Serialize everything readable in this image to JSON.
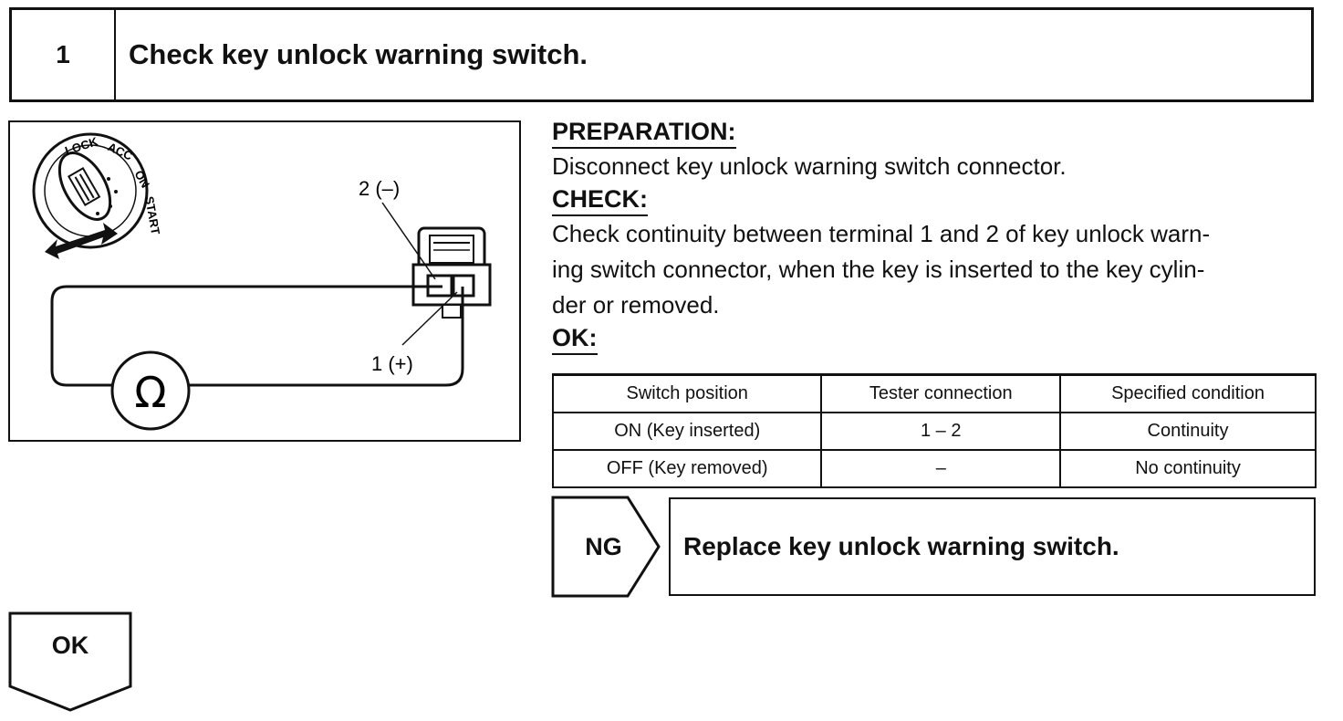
{
  "step": {
    "number": "1",
    "title": "Check key unlock warning switch."
  },
  "figure": {
    "ignition_labels": {
      "lock": "LOCK",
      "acc": "ACC",
      "on": "ON",
      "start": "START"
    },
    "terminal_minus": "2 (–)",
    "terminal_plus": "1 (+)",
    "meter_symbol": "Ω"
  },
  "preparation": {
    "heading": "PREPARATION:",
    "text": "Disconnect key unlock warning switch connector."
  },
  "check": {
    "heading": "CHECK:",
    "line1": "Check continuity between terminal 1 and 2 of key unlock warn-",
    "line2": "ing switch connector, when the key is inserted to the key cylin-",
    "line3": "der or removed."
  },
  "ok_section": {
    "heading": "OK:"
  },
  "table": {
    "headers": [
      "Switch position",
      "Tester connection",
      "Specified condition"
    ],
    "rows": [
      [
        "ON (Key inserted)",
        "1 – 2",
        "Continuity"
      ],
      [
        "OFF (Key removed)",
        "–",
        "No continuity"
      ]
    ]
  },
  "ng": {
    "label": "NG",
    "action": "Replace key unlock warning switch."
  },
  "ok_arrow": {
    "label": "OK"
  }
}
